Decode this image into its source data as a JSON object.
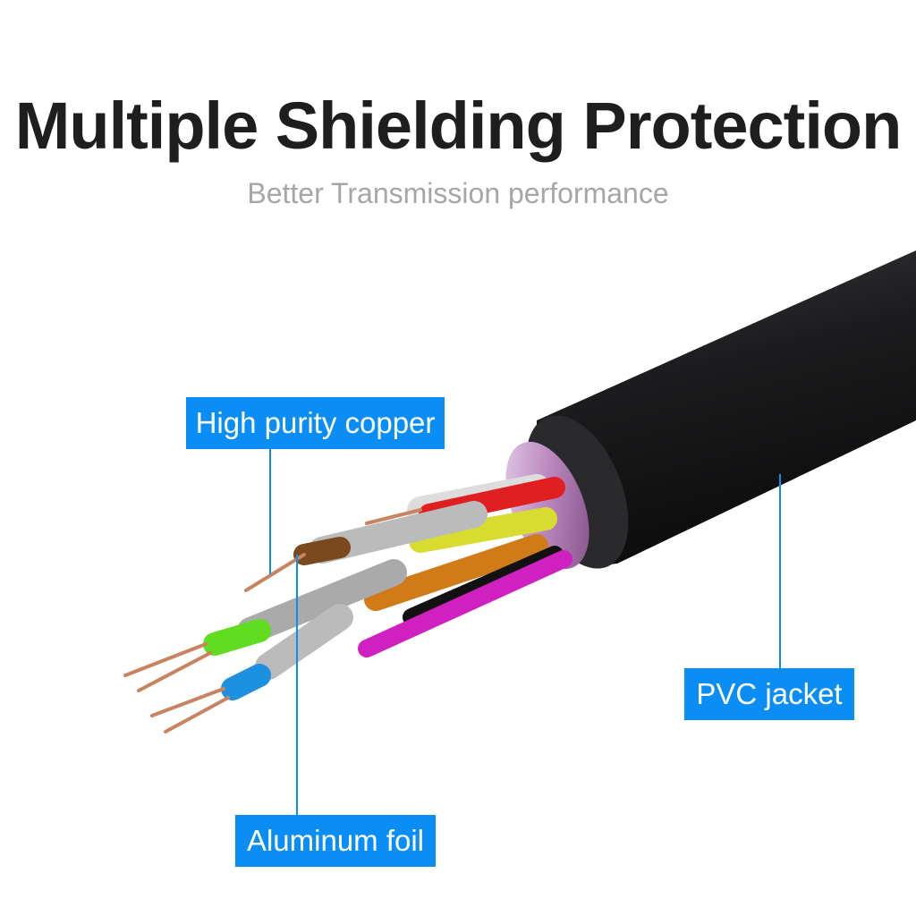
{
  "header": {
    "title": "Multiple Shielding Protection",
    "subtitle": "Better Transmission performance"
  },
  "callouts": [
    {
      "label": "High purity copper"
    },
    {
      "label": "PVC jacket"
    },
    {
      "label": "Aluminum foil"
    }
  ],
  "colors": {
    "accent": "#0a8ef5",
    "title": "#1e1e1e",
    "subtitle": "#a6a6a6",
    "jacket": "#1a1a1c"
  }
}
